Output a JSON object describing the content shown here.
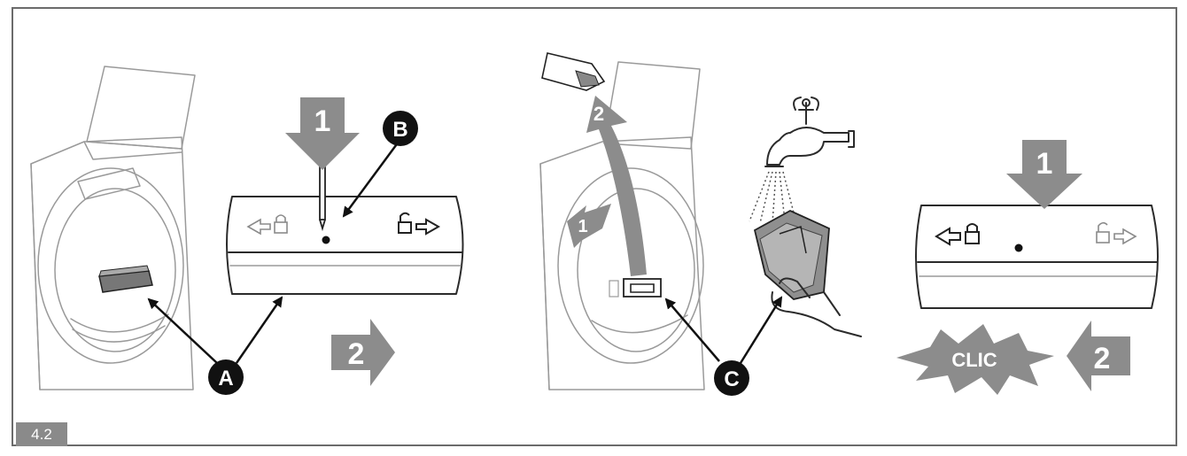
{
  "figure_number": "4.2",
  "callouts": {
    "a": "A",
    "b": "B",
    "c": "C"
  },
  "steps": {
    "panel2_step1": "1",
    "panel2_step2": "2",
    "panel3_step1": "1",
    "panel3_step2": "2",
    "panel4_step1": "1",
    "panel4_step2": "2"
  },
  "sound_effect": "CLIC",
  "icons": [
    "lock-closed-icon",
    "lock-open-icon",
    "arrow-left-icon",
    "arrow-right-icon",
    "water-tap-icon"
  ],
  "colors": {
    "step_arrow": "#8c8c8c",
    "callout": "#111111",
    "badge": "#8a8a8a"
  }
}
